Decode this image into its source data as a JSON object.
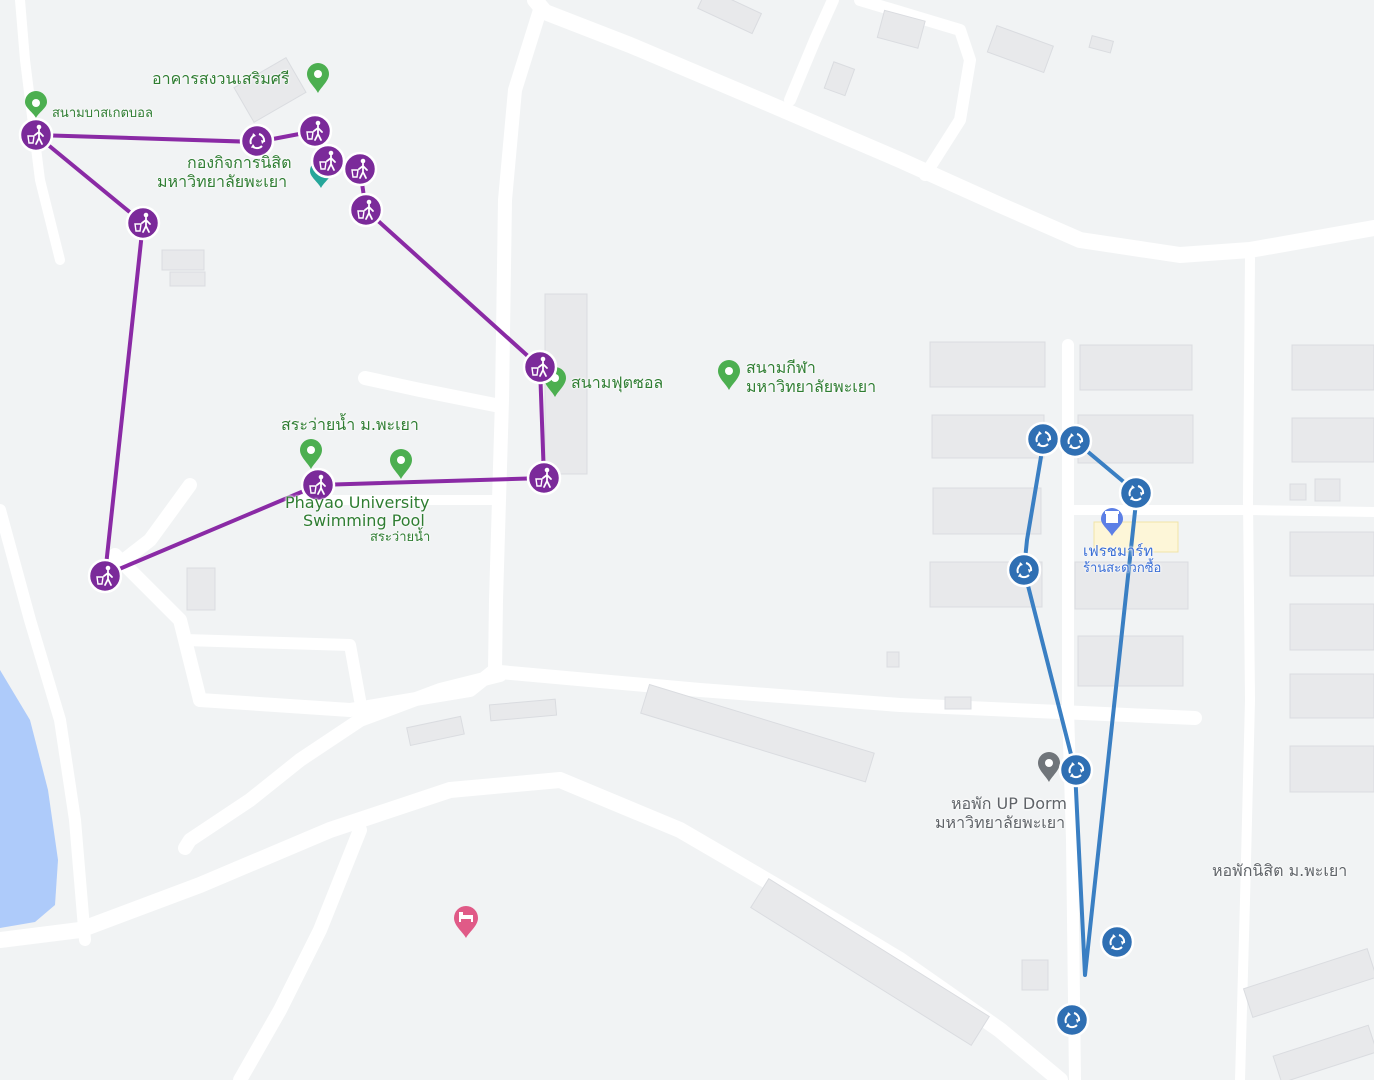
{
  "places": {
    "arkarn": "อาคารสงวนเสริมศรี",
    "basketball": "สนามบาสเกตบอล",
    "student_affairs_1": "กองกิจการนิสิต",
    "student_affairs_2": "มหาวิทยาลัยพะเยา",
    "futsal": "สนามฟุตซอล",
    "sports_field_1": "สนามกีฬา",
    "sports_field_2": "มหาวิทยาลัยพะเยา",
    "pool_th": "สระว่ายน้ำ ม.พะเยา",
    "pool_en_1": "Phayao University",
    "pool_en_2": "Swimming Pool",
    "pool_sub": "สระว่ายน้ำ",
    "shop_1": "เฟรชมาร์ท",
    "shop_2": "ร้านสะดวกซื้อ",
    "dorm_1": "หอพัก UP Dorm",
    "dorm_2": "มหาวิทยาลัยพะเยา",
    "dorm_3": "หอพักนิสิต ม.พะเยา"
  },
  "icons": {
    "trash_marker": "person-throwing-trash-icon",
    "recycle_marker": "recycle-icon",
    "place_pin": "map-pin-icon",
    "shop_pin": "shop-pin-icon",
    "hotel_pin": "hotel-bed-icon"
  },
  "colors": {
    "purple_route": "#8a2aa5",
    "blue_route": "#3a7fc3",
    "place_pin_green": "#4caf50",
    "dorm_pin_gray": "#70757a",
    "hotel_pin_pink": "#e05a87",
    "water": "#aecbfa"
  }
}
